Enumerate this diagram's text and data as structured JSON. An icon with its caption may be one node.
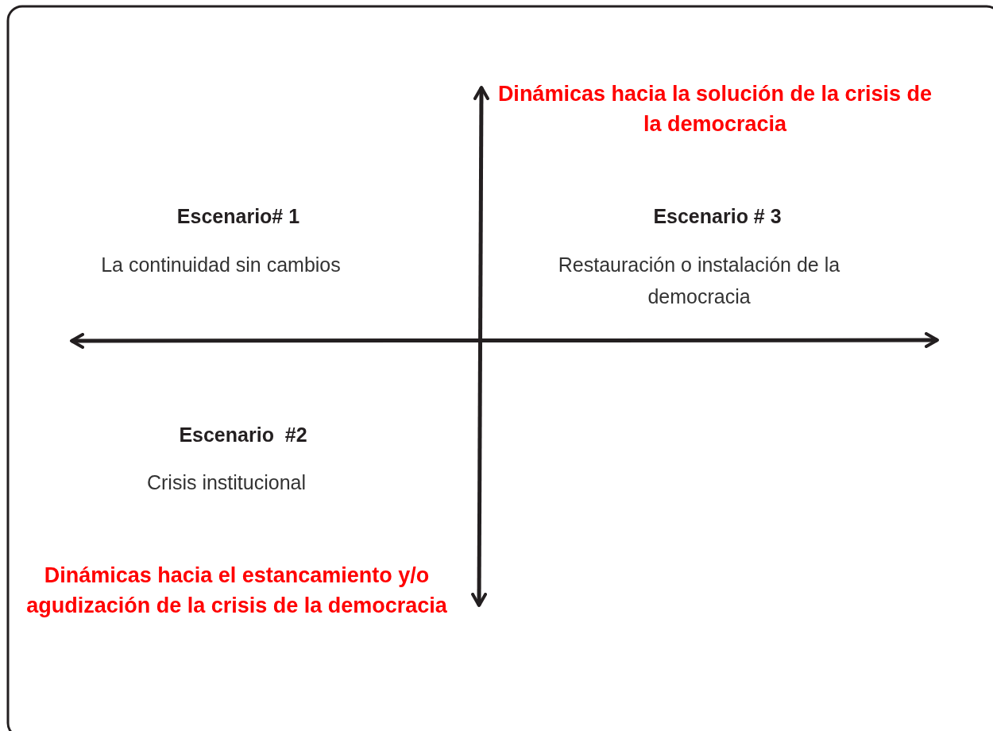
{
  "diagram": {
    "labels": [
      "Dinámicas hacia la solución de la crisis de la democracia",
      "Escenario# 1",
      "Escenario # 3",
      "La continuidad sin cambios",
      "Restauración o instalación de la democracia",
      "Escenario  #2",
      "Crisis institucional",
      "Dinámicas hacia el estancamiento y/o agudización de la crisis de la democracia"
    ]
  }
}
